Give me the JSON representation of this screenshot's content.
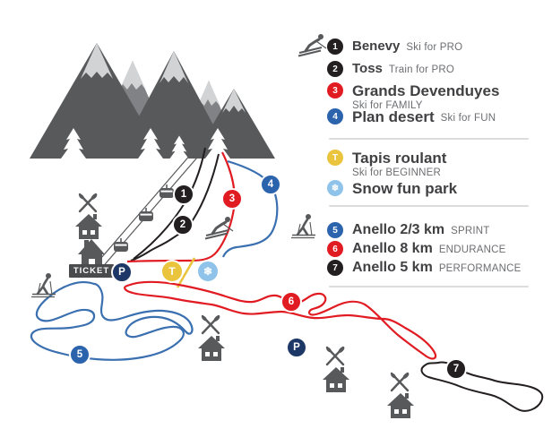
{
  "title": "Ski resort trail map",
  "colors": {
    "accent_red": "#e11b22",
    "accent_blue": "#2b63ad",
    "navy_parking": "#1d3866",
    "yellow_tapis": "#eac43d",
    "lightblue_snowpark": "#8fc3ea",
    "dark_gray": "#58595b",
    "medium_gray_mountain": "#808285",
    "snowcap_gray": "#d1d3d4",
    "text_dark": "#414042",
    "text_muted": "#6d6e71",
    "divider_gray": "#dcdcdc",
    "black_badge": "#231f20",
    "trail_blue_line": "#3a6fb0"
  },
  "legend": {
    "sections": [
      {
        "id": "alpine",
        "icon": "downhill-skier-icon",
        "items": [
          {
            "badge": "1",
            "badge_color": "#231f20",
            "name": "Benevy",
            "sub": "Ski for PRO"
          },
          {
            "badge": "2",
            "badge_color": "#231f20",
            "name": "Toss",
            "sub": "Train for PRO"
          },
          {
            "badge": "3",
            "badge_color": "#e11b22",
            "name": "Grands Devenduyes",
            "sub": "Ski for FAMILY"
          },
          {
            "badge": "4",
            "badge_color": "#2b63ad",
            "name": "Plan desert",
            "sub": "Ski for FUN"
          }
        ]
      },
      {
        "id": "facilities",
        "items": [
          {
            "badge": "T",
            "badge_color": "#eac43d",
            "name": "Tapis roulant",
            "sub": "Ski for BEGINNER"
          },
          {
            "badge": "❄",
            "badge_color": "#8fc3ea",
            "name": "Snow fun park",
            "sub": ""
          }
        ]
      },
      {
        "id": "nordic",
        "icon": "cross-country-skier-icon",
        "items": [
          {
            "badge": "5",
            "badge_color": "#2b63ad",
            "name": "Anello 2/3 km",
            "sub": "SPRINT"
          },
          {
            "badge": "6",
            "badge_color": "#e11b22",
            "name": "Anello 8 km",
            "sub": "ENDURANCE"
          },
          {
            "badge": "7",
            "badge_color": "#231f20",
            "name": "Anello 5 km",
            "sub": "PERFORMANCE"
          }
        ]
      }
    ]
  },
  "map": {
    "ticket_label": "TICKET",
    "parking_label": "P",
    "tapis_label": "T",
    "snowpark_glyph": "❄",
    "markers": [
      {
        "id": "piste-1",
        "label": "1",
        "color": "#231f20"
      },
      {
        "id": "piste-2",
        "label": "2",
        "color": "#231f20"
      },
      {
        "id": "piste-3",
        "label": "3",
        "color": "#e11b22"
      },
      {
        "id": "piste-4",
        "label": "4",
        "color": "#2b63ad"
      },
      {
        "id": "ring-5",
        "label": "5",
        "color": "#2b63ad"
      },
      {
        "id": "ring-6",
        "label": "6",
        "color": "#e11b22"
      },
      {
        "id": "ring-7",
        "label": "7",
        "color": "#231f20"
      }
    ]
  }
}
